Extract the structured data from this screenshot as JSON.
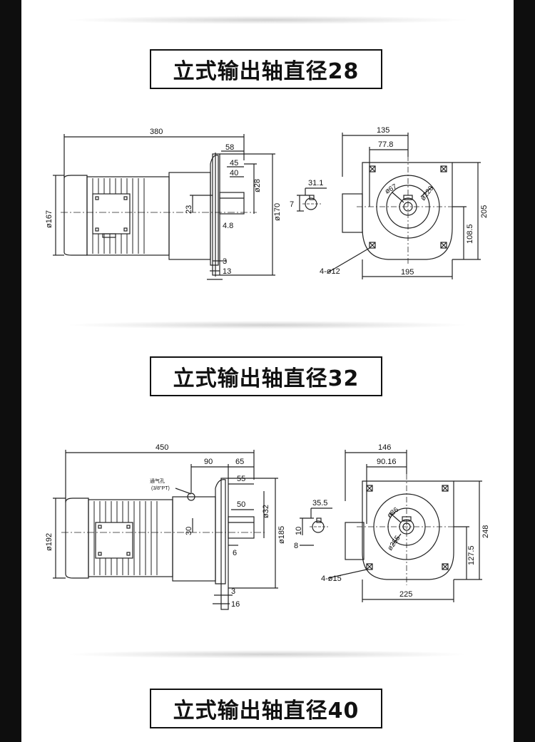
{
  "sections": [
    {
      "title": "立式输出轴直径28",
      "side": {
        "overall": "380",
        "flange_len": "58",
        "d45": "45",
        "d40": "40",
        "shaft_dia": "ø28",
        "flange_dia": "ø170",
        "motor_dia": "ø167",
        "center": "23",
        "d48": "4.8",
        "d3": "3",
        "d13": "13"
      },
      "key": {
        "w": "31.1",
        "k": "7"
      },
      "front": {
        "top": "135",
        "half": "77.8",
        "pilot": "ø67",
        "pcd": "ø220",
        "height": "205",
        "half_h": "108.5",
        "holes": "4-ø12",
        "width": "195"
      }
    },
    {
      "title": "立式输出轴直径32",
      "side": {
        "overall": "450",
        "d90": "90",
        "d65": "65",
        "d55": "55",
        "d50": "50",
        "shaft_dia": "ø32",
        "flange_dia": "ø185",
        "motor_dia": "ø192",
        "center": "30",
        "d6": "6",
        "d3": "3",
        "d16": "16",
        "vent_note": "通气孔",
        "vent_sub": "(3/8\"PT)"
      },
      "key": {
        "w": "35.5",
        "k1": "10",
        "k2": "8"
      },
      "front": {
        "top": "146",
        "half": "90.16",
        "pilot": "ø86",
        "pcd": "ø255",
        "height": "248",
        "half_h": "127.5",
        "holes": "4-ø15",
        "width": "225"
      }
    },
    {
      "title": "立式输出轴直径40"
    }
  ]
}
